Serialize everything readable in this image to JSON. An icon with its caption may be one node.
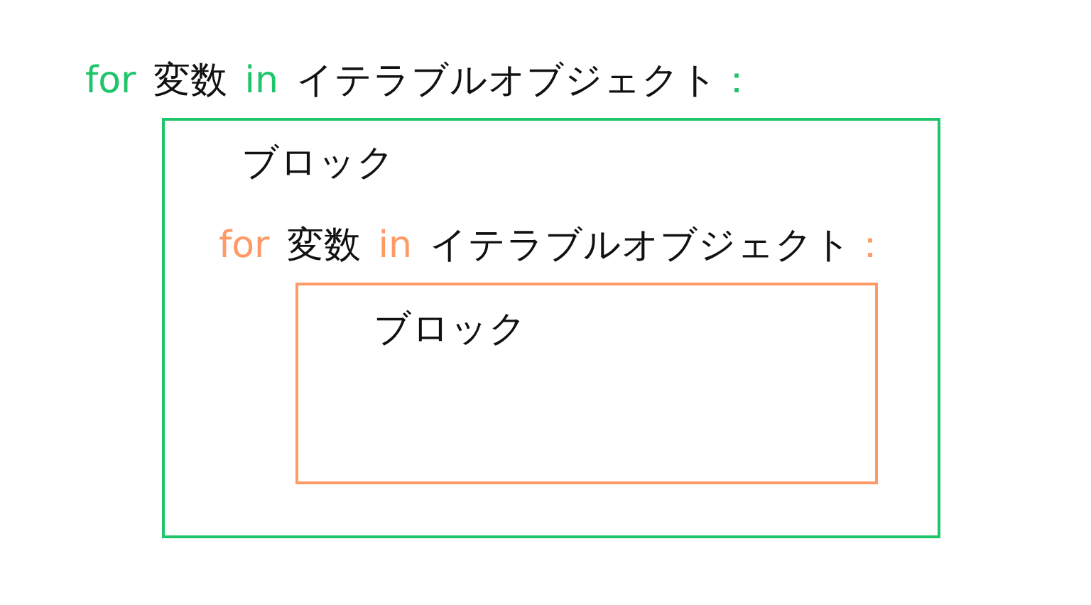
{
  "diagram": {
    "nodes": [
      {
        "text": [
          "for 変数 in イテラブルオブジェクト：",
          "ブロック"
        ]
      },
      {
        "text": [
          "for 変数 in イテラブルオブジェクト：",
          "ブロック"
        ],
        "in": 0
      }
    ],
    "edges": []
  }
}
